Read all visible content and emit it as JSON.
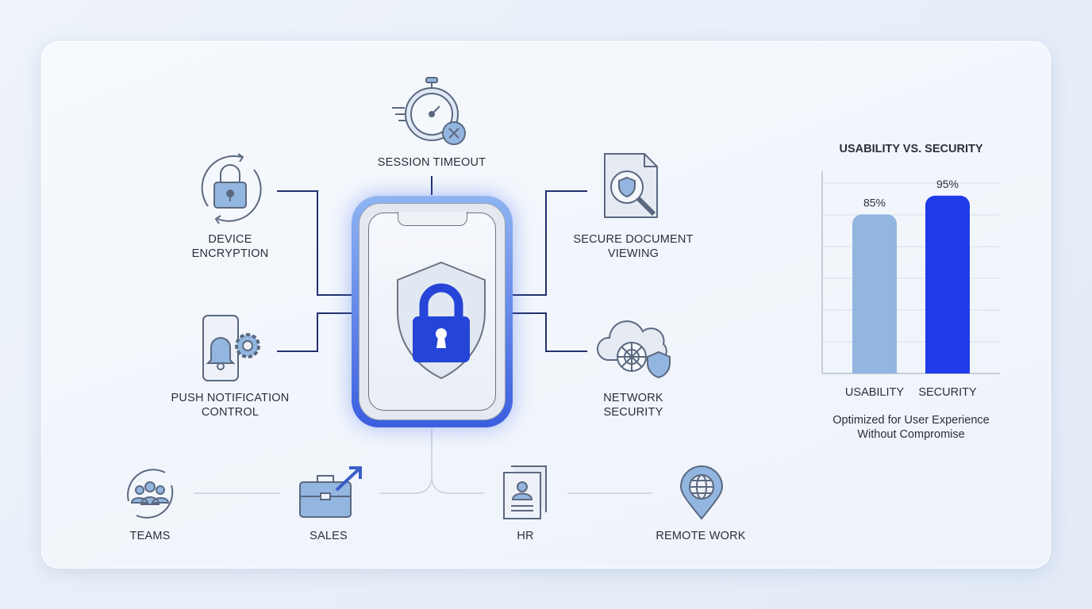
{
  "features": {
    "session_timeout": "SESSION TIMEOUT",
    "device_encryption": [
      "DEVICE",
      "ENCRYPTION"
    ],
    "secure_document_viewing": [
      "SECURE DOCUMENT",
      "VIEWING"
    ],
    "push_notification_control": [
      "PUSH NOTIFICATION",
      "CONTROL"
    ],
    "network_security": [
      "NETWORK",
      "SECURITY"
    ]
  },
  "departments": [
    "TEAMS",
    "SALES",
    "HR",
    "REMOTE WORK"
  ],
  "chart_data": {
    "type": "bar",
    "title": "USABILITY VS. SECURITY",
    "categories": [
      "USABILITY",
      "SECURITY"
    ],
    "values": [
      85,
      95
    ],
    "data_labels": [
      "85%",
      "95%"
    ],
    "colors": [
      "#93b6e0",
      "#1f3be8"
    ],
    "ylim": [
      0,
      100
    ],
    "grid": true,
    "caption": [
      "Optimized for User Experience",
      "Without Compromise"
    ]
  }
}
